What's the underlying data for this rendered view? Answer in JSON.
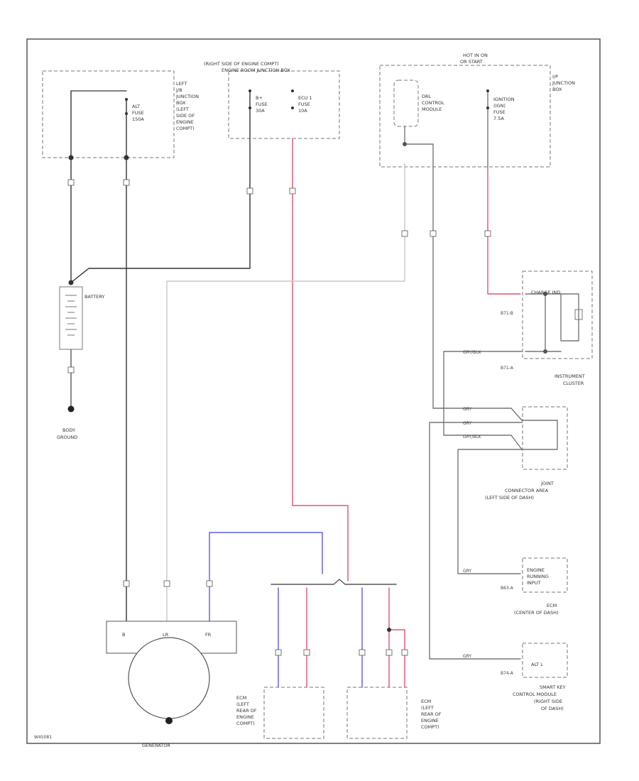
{
  "labels": {
    "left_jbox": [
      "LEFT",
      "J/B",
      "JUNCTION",
      "BOX",
      "(LEFT",
      "SIDE OF",
      "ENGINE",
      "COMPT)"
    ],
    "right_engine_header": [
      "(RIGHT SIDE OF ENGINE COMPT)",
      "ENGINE ROOM JUNCTION BOX"
    ],
    "hot_in_on": [
      "HOT IN ON",
      "OR START"
    ],
    "ip_jbox": [
      "I/P",
      "JUNCTION",
      "BOX"
    ],
    "alt_fuse": [
      "ALT",
      "FUSE",
      "150A"
    ],
    "b_fuse": [
      "B+",
      "FUSE",
      "30A"
    ],
    "ecu_fuse": [
      "ECU 1",
      "FUSE",
      "10A"
    ],
    "drl_module": [
      "DRL",
      "CONTROL",
      "MODULE"
    ],
    "ignition_fuse": [
      "IGNITION",
      "(IGN)",
      "FUSE",
      "7.5A"
    ],
    "battery": "BATTERY",
    "body_ground": [
      "BODY",
      "GROUND"
    ],
    "instrument_cluster": [
      "INSTRUMENT",
      "CLUSTER"
    ],
    "charge_ind": "CHARGE IND",
    "joint_connector": [
      "JOINT",
      "CONNECTOR AREA",
      "(LEFT SIDE OF DASH)"
    ],
    "ecm_center": [
      "ECM",
      "(CENTER OF DASH)"
    ],
    "engine_running": [
      "ENGINE",
      "RUNNING",
      "INPUT"
    ],
    "smart_key": [
      "SMART KEY",
      "CONTROL MODULE",
      "(RIGHT SIDE",
      "OF DASH)"
    ],
    "alt_l": "ALT L",
    "ecm_left_a": [
      "ECM",
      "(LEFT",
      "REAR OF",
      "ENGINE",
      "COMPT)"
    ],
    "ecm_left_b": [
      "ECM",
      "(LEFT",
      "REAR OF",
      "ENGINE",
      "COMPT)"
    ],
    "generator": "GENERATOR",
    "gen_terminals": [
      "B",
      "LR",
      "FR"
    ],
    "connector_ids": [
      "B71-B",
      "B71-A",
      "B63-A",
      "B74-A"
    ],
    "wire_codes": [
      "GRY",
      "GRY",
      "GRY",
      "GRY/BLK",
      "GRY/BLK",
      "GRY"
    ],
    "code": "W45081"
  },
  "colors": {
    "red": "#e8506e",
    "blue": "#5a5ae8",
    "black": "#333333",
    "gray": "#8a8a8a",
    "light": "#c8c8c8",
    "frame": "#555555"
  }
}
